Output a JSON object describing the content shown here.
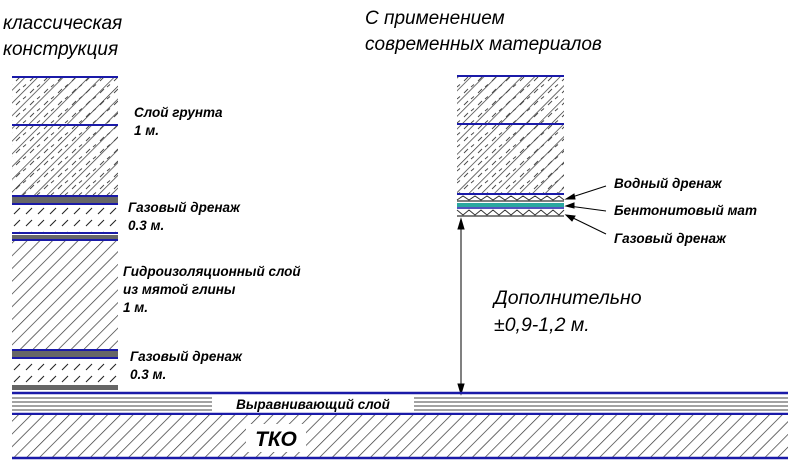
{
  "headings": {
    "classic_line1": "классическая",
    "classic_line2": "конструкция",
    "modern_line1": "С применением",
    "modern_line2": "современных материалов"
  },
  "classic_labels": {
    "soil_name": "Слой грунта",
    "soil_thickness": "1 м.",
    "gas_drain_1_name": "Газовый дренаж",
    "gas_drain_1_thickness": "0.3 м.",
    "clay_line1": "Гидроизоляционный слой",
    "clay_line2": "из мятой глины",
    "clay_thickness": "1 м.",
    "gas_drain_2_name": "Газовый дренаж",
    "gas_drain_2_thickness": "0.3 м."
  },
  "modern_labels": {
    "water_drain": "Водный дренаж",
    "bentonite_mat": "Бентонитовый мат",
    "gas_drain": "Газовый дренаж"
  },
  "extra_note": {
    "line1": "Дополнительно",
    "line2": "±0,9-1,2 м."
  },
  "base": {
    "leveling_layer": "Выравнивающий слой",
    "waste": "ТКО"
  },
  "colors": {
    "layer_boundary": "#1a1aa8",
    "bentonite": "#2aa8a0",
    "gravel": "#555555",
    "ink": "#000000"
  }
}
